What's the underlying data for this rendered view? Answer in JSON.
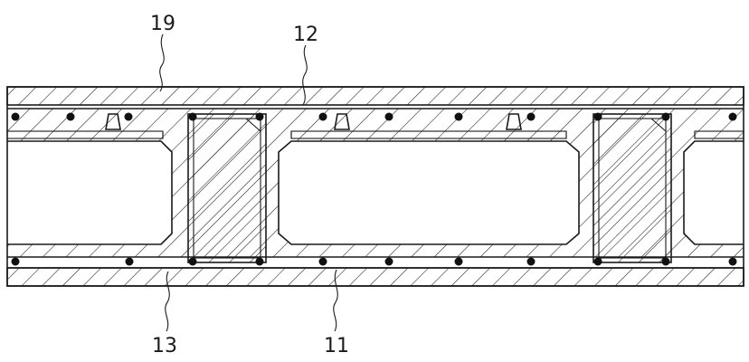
{
  "callouts": {
    "c19": "19",
    "c12": "12",
    "c13": "13",
    "c11": "11"
  },
  "colors": {
    "line": "#1a1a1a",
    "background": "#ffffff"
  }
}
